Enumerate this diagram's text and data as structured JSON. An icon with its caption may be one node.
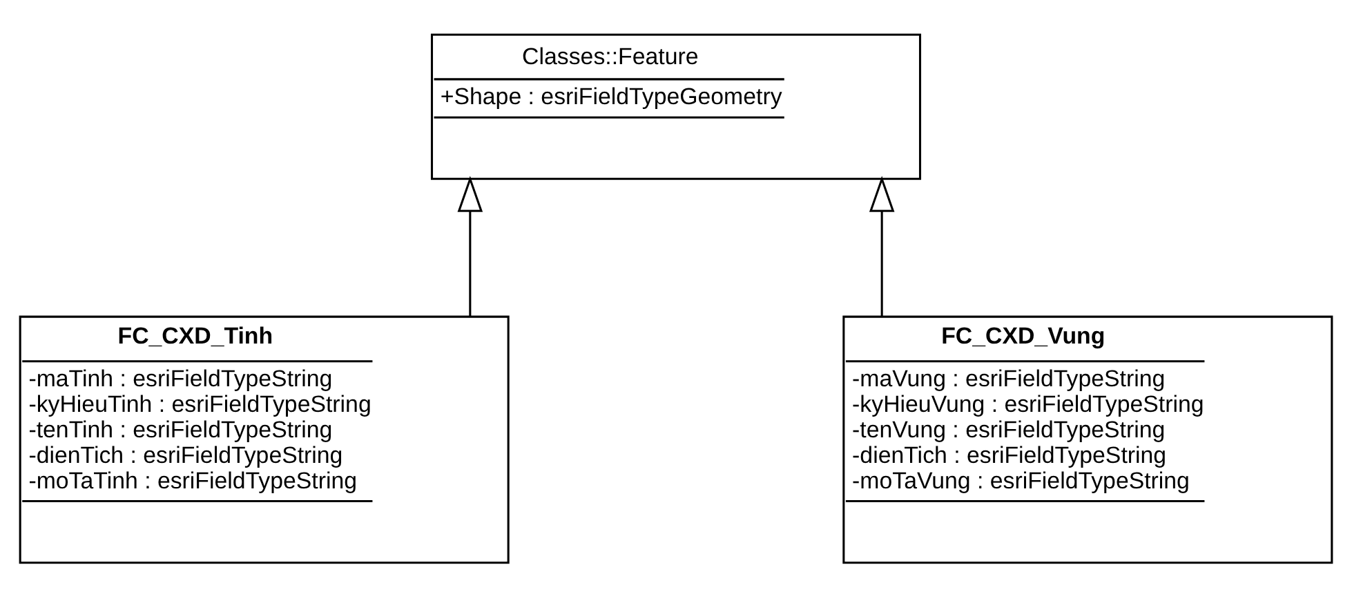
{
  "diagram": {
    "nodes": [
      {
        "text": [
          "Classes::Feature",
          "+Shape : esriFieldTypeGeometry"
        ]
      },
      {
        "text": [
          "FC_CXD_Tinh",
          "-maTinh : esriFieldTypeString",
          "-kyHieuTinh : esriFieldTypeString",
          "-tenTinh : esriFieldTypeString",
          "-dienTich : esriFieldTypeString",
          "-moTaTinh : esriFieldTypeString"
        ]
      },
      {
        "text": [
          "FC_CXD_Vung",
          "-maVung : esriFieldTypeString",
          "-kyHieuVung : esriFieldTypeString",
          "-tenVung : esriFieldTypeString",
          "-dienTich : esriFieldTypeString",
          "-moTaVung : esriFieldTypeString"
        ]
      }
    ],
    "edges": [
      {
        "from": 1,
        "to": 0,
        "arrow": "to"
      },
      {
        "from": 2,
        "to": 0,
        "arrow": "to"
      }
    ]
  }
}
